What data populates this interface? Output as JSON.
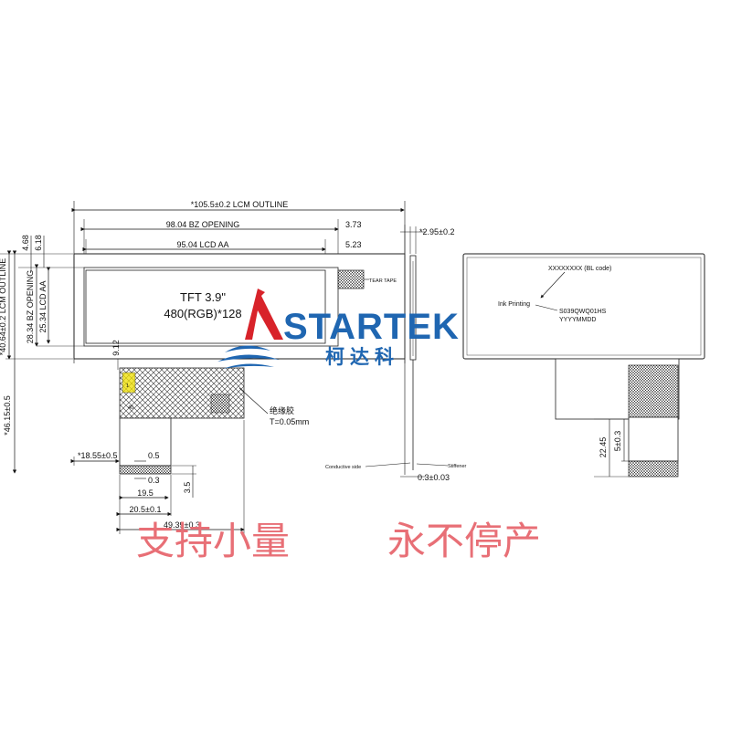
{
  "front_view": {
    "lcm_outline_width": "*105.5±0.2 LCM OUTLINE",
    "bz_opening_width": "98.04 BZ OPENING",
    "bz_offset_right": "3.73",
    "lcd_aa_width": "95.04 LCD AA",
    "aa_offset_right": "5.23",
    "bz_offset_top": "6.18",
    "aa_offset_top": "4.68",
    "lcm_outline_height": "*40.64±0.2 LCM OUTLINE",
    "bz_opening_height": "28.34 BZ OPENING",
    "lcd_aa_height": "25.34 LCD AA",
    "overall_height": "*46.15±0.5",
    "lower_offset": "9.12",
    "tear_tape": "TEAR TAPE",
    "center_line_1": "TFT 3.9\"",
    "center_line_2": "480(RGB)*128",
    "insulation_label": "绝缘胶",
    "insulation_thickness": "T=0.05mm",
    "fpc_left_offset": "*18.55±0.5",
    "pitch_a": "0.5",
    "pitch_b": "0.3",
    "finger_height": "3.5",
    "finger_span": "19.5",
    "fpc_width": "20.5±0.1",
    "tail_width": "49.39±0.3",
    "pin_1": "1",
    "pin_40": "40"
  },
  "side_view": {
    "thickness_top": "*2.95±0.2",
    "conductive_side": "Conductive side",
    "stiffener": "Stiffener",
    "stiffener_thickness": "0.3±0.03"
  },
  "back_view": {
    "bl_code": "XXXXXXXX (BL code)",
    "ink_printing": "Ink Printing",
    "part_number": "S039QWQ01HS",
    "date_code": "YYYYMMDD",
    "tail_length": "22.45",
    "stiffener_length": "5±0.3"
  },
  "logo": {
    "brand": "STARTEK",
    "brand_cn": "柯达科"
  },
  "slogan": {
    "left": "支持小量",
    "right": "永不停产"
  },
  "colors": {
    "logo_blue": "#1f66b1",
    "logo_red": "#d8232a",
    "slogan_red": "#e86f76",
    "hatch_yellow": "#f0e000"
  }
}
